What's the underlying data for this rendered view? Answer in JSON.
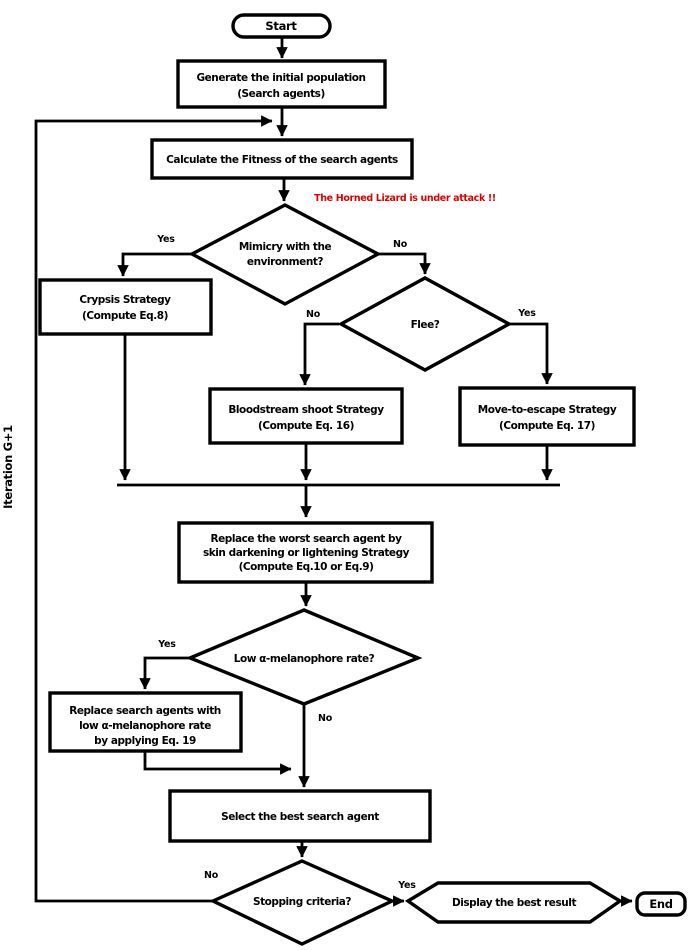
{
  "figure": {
    "iteration_label": "Iteration G+1",
    "alert_text": "The Horned Lizard is under attack !!",
    "alert_color": "#dd0000",
    "stroke_color": "#000000",
    "background_color": "#ffffff",
    "nodes": {
      "start": "Start",
      "generate": {
        "l1": "Generate the initial population",
        "l2": "(Search agents)"
      },
      "fitness": "Calculate the Fitness of the search agents",
      "mimicry": {
        "l1": "Mimicry with the",
        "l2": "environment?"
      },
      "crypsis": {
        "l1": "Crypsis Strategy",
        "l2": "(Compute Eq.8)"
      },
      "flee": "Flee?",
      "bloodstream": {
        "l1": "Bloodstream shoot Strategy",
        "l2": "(Compute Eq. 16)"
      },
      "move_escape": {
        "l1": "Move-to-escape Strategy",
        "l2": "(Compute Eq. 17)"
      },
      "replace_worst": {
        "l1": "Replace the worst search agent by",
        "l2": "skin darkening or lightening Strategy",
        "l3": "(Compute Eq.10 or Eq.9)"
      },
      "melanophore": "Low α-melanophore rate?",
      "replace_low": {
        "l1": "Replace search agents with",
        "l2": "low α-melanophore rate",
        "l3": "by applying Eq. 19"
      },
      "select_best": "Select the best search agent",
      "stopping": "Stopping criteria?",
      "display_result": "Display the best result",
      "end": "End"
    },
    "edge_labels": {
      "mimicry_yes": "Yes",
      "mimicry_no": "No",
      "flee_no": "No",
      "flee_yes": "Yes",
      "melanophore_yes": "Yes",
      "melanophore_no": "No",
      "stopping_no": "No",
      "stopping_yes": "Yes"
    }
  }
}
